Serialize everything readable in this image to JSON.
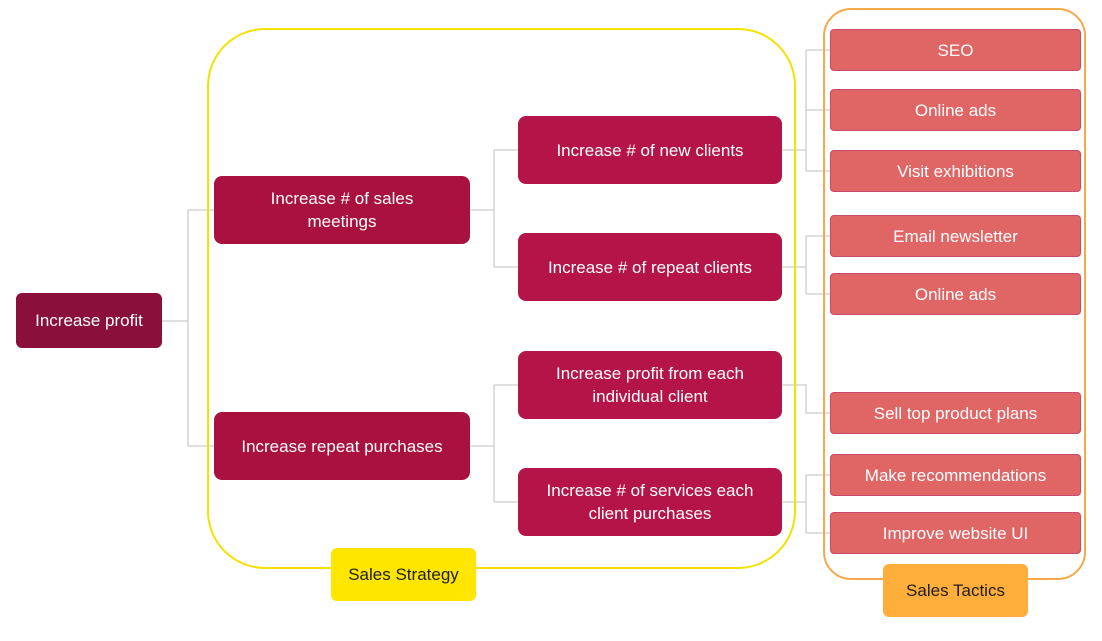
{
  "root": {
    "label": "Increase profit"
  },
  "groups": {
    "strategy": {
      "label": "Sales Strategy"
    },
    "tactics": {
      "label": "Sales Tactics"
    }
  },
  "level1": [
    {
      "label": "Increase # of sales meetings"
    },
    {
      "label": "Increase repeat purchases"
    }
  ],
  "level2": [
    {
      "label": "Increase # of new clients"
    },
    {
      "label": "Increase # of repeat clients"
    },
    {
      "label": "Increase profit from each individual client"
    },
    {
      "label": "Increase # of services each client purchases"
    }
  ],
  "tactics": [
    {
      "label": "SEO"
    },
    {
      "label": "Online ads"
    },
    {
      "label": "Visit exhibitions"
    },
    {
      "label": "Email newsletter"
    },
    {
      "label": "Online ads"
    },
    {
      "label": "Sell top product plans"
    },
    {
      "label": "Make recommendations"
    },
    {
      "label": "Improve website UI"
    }
  ],
  "colors": {
    "root": "#8a0f3b",
    "level1": "#a9113f",
    "level2": "#b41447",
    "tactic": "#e06565",
    "strategy_accent": "#ffe600",
    "tactics_accent": "#ffad3b",
    "connector": "#cccccc"
  }
}
